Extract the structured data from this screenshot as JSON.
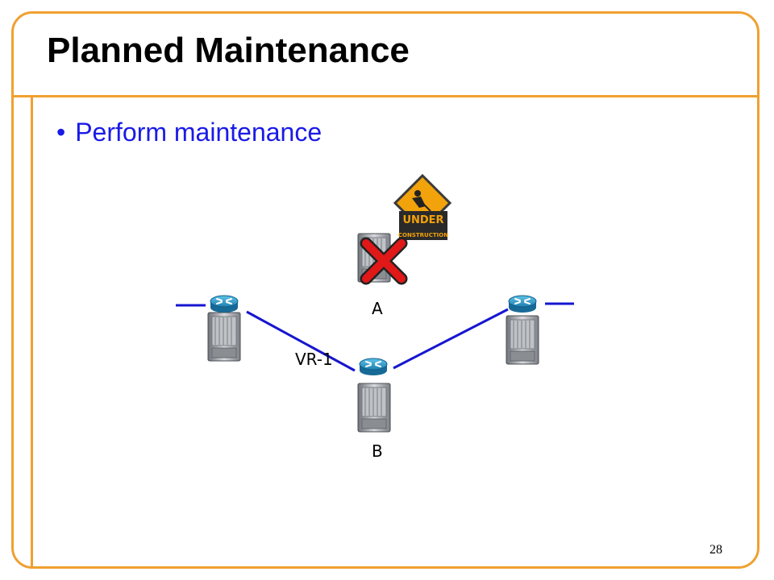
{
  "slide": {
    "title": "Planned Maintenance",
    "bullets": [
      "Perform maintenance"
    ],
    "page_number": "28"
  },
  "diagram": {
    "sign_text": [
      "UNDER",
      "CONSTRUCTION"
    ],
    "node_labels": {
      "a": "A",
      "b": "B"
    },
    "link_label": "VR-1"
  },
  "colors": {
    "accent_orange": "#f0a030",
    "bullet_blue": "#1a1ae6",
    "link_blue": "#1616d0",
    "cross_red": "#e01818",
    "router_blue": "#1f8fbf",
    "sign_orange": "#f2a20a"
  },
  "icons": [
    "router-icon",
    "server-chassis-icon",
    "under-construction-sign-icon",
    "red-x-icon"
  ]
}
